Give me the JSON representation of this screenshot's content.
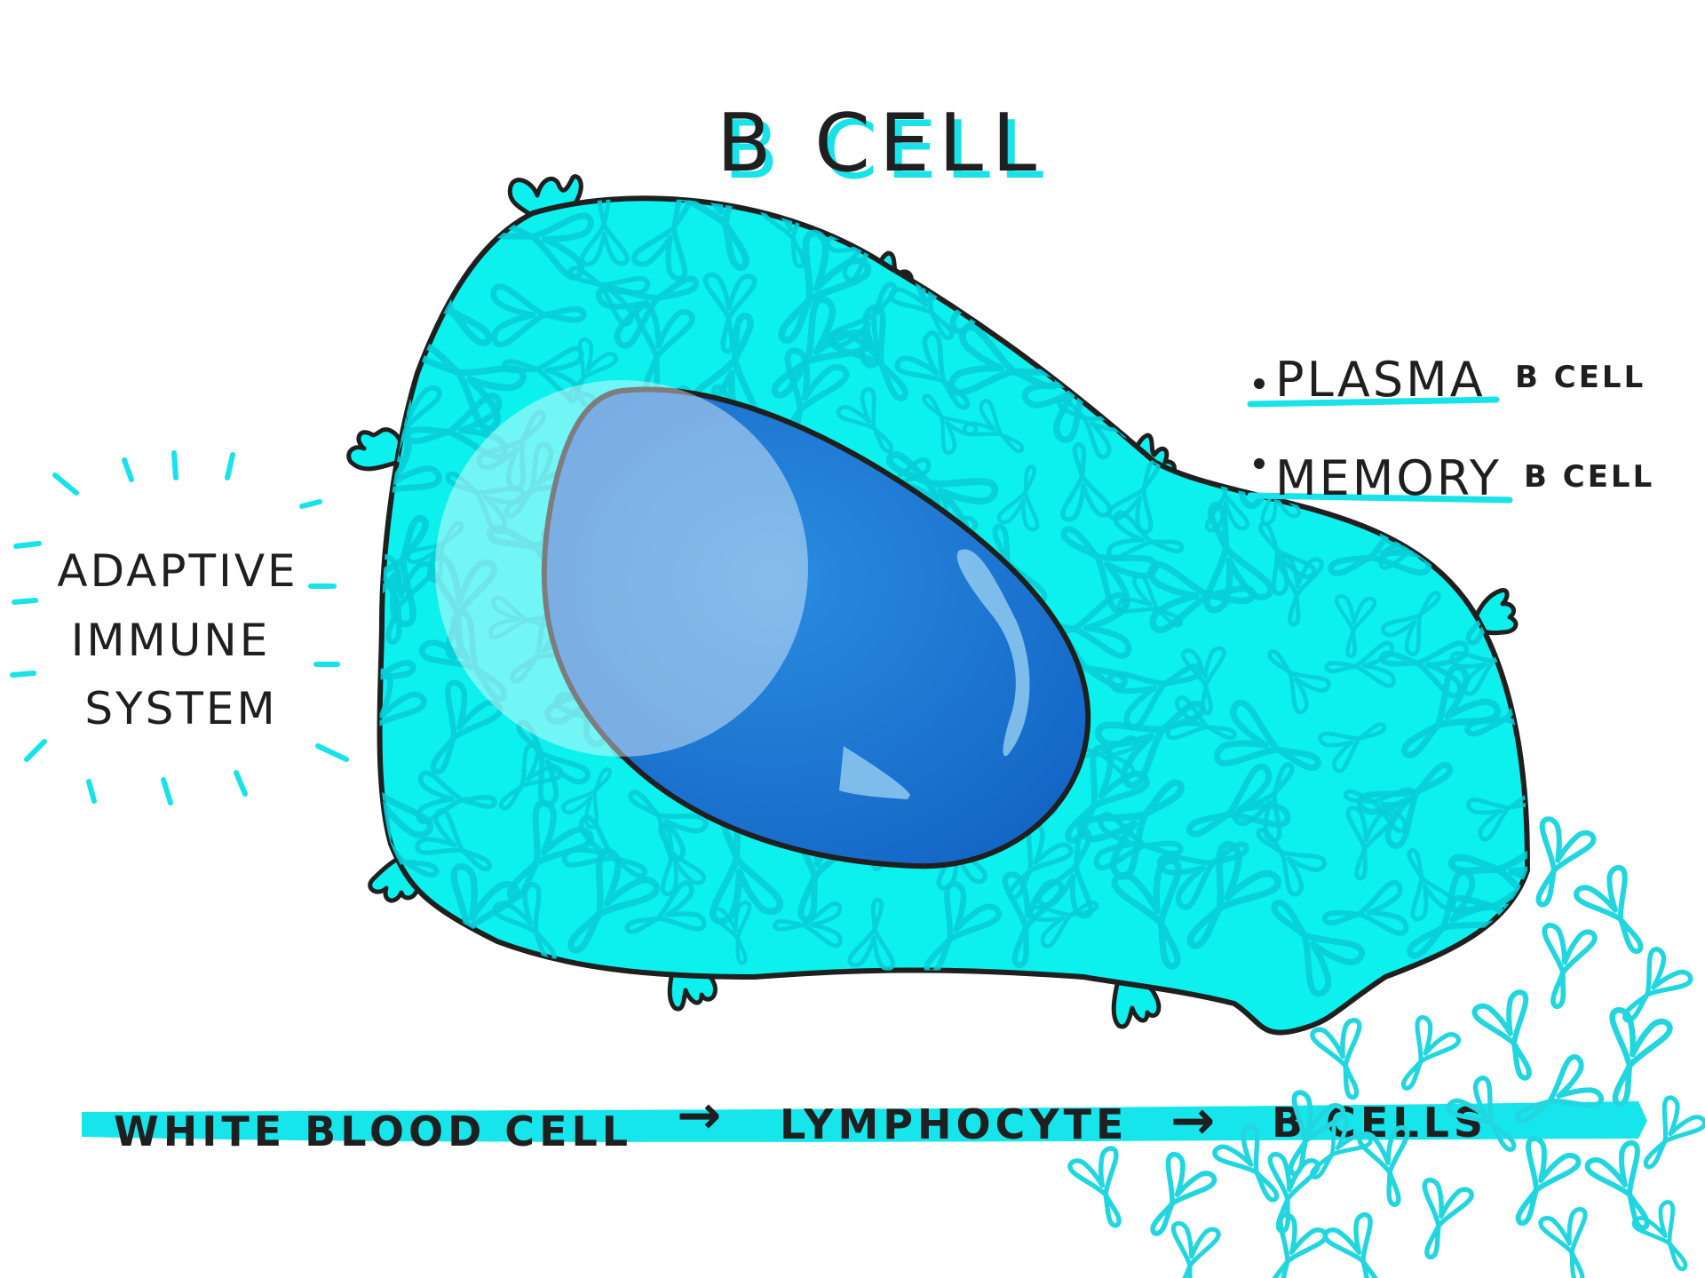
{
  "title": "B CELL",
  "side_label": {
    "lines": [
      "ADAPTIVE",
      "IMMUNE",
      "SYSTEM"
    ]
  },
  "cell_types": [
    {
      "main": "PLASMA",
      "suffix": "B CELL"
    },
    {
      "main": "MEMORY",
      "suffix": "B CELL"
    }
  ],
  "flow": {
    "steps": [
      "WHITE BLOOD CELL",
      "LYMPHOCYTE",
      "B CELLS"
    ],
    "arrow": "→"
  },
  "colors": {
    "cytoplasm": "#0cf0ee",
    "cytoplasm_pattern": "#08cdd6",
    "nucleus": "#1a7fd8",
    "outline": "#1f1f1f",
    "accent": "#18e2ea",
    "antibody_stroke": "#22d6e0"
  }
}
